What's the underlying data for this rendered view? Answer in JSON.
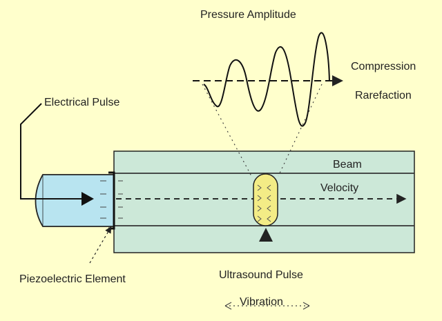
{
  "labels": {
    "pressure_amplitude": "Pressure Amplitude",
    "compression": "Compression",
    "rarefaction": "Rarefaction",
    "electrical_pulse": "Electrical Pulse",
    "beam": "Beam",
    "velocity": "Velocity",
    "piezoelectric_element": "Piezoelectric Element",
    "ultrasound_pulse": "Ultrasound Pulse",
    "vibration": "Vibration"
  },
  "colors": {
    "background": "#ffffcc",
    "beam_fill": "#cce8d8",
    "transducer_fill": "#b8e4f0",
    "pulse_fill": "#f3ec86",
    "line": "#222222"
  }
}
